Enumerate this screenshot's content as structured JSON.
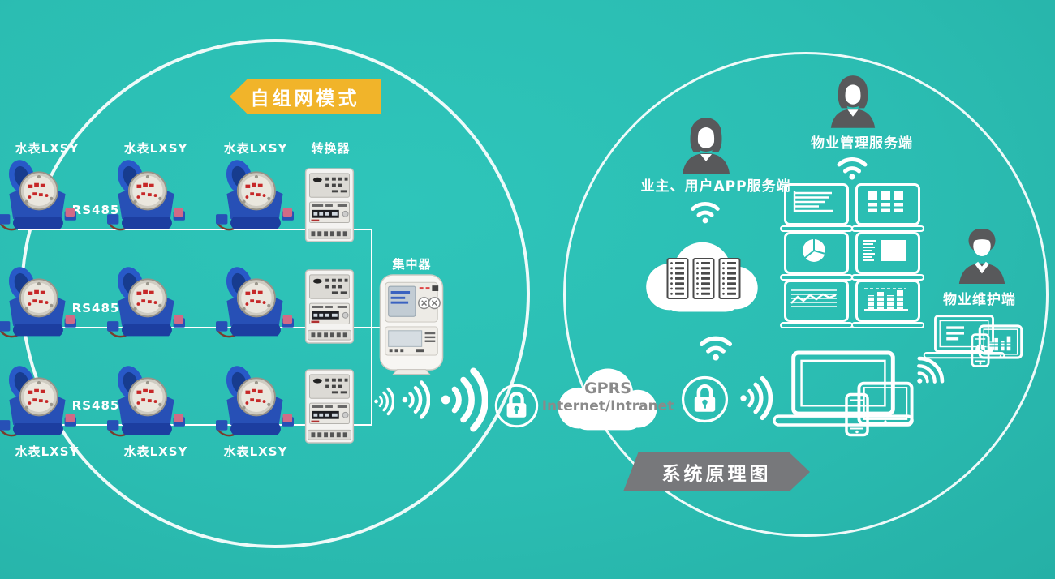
{
  "colors": {
    "background": "#2BBDB2",
    "banner_yellow": "#F1B42A",
    "banner_gray": "#77787B",
    "circle_stroke": "#FFFFFF",
    "avatar_gray": "#58595B",
    "meter_blue": "#2750B6",
    "cloud_text_gray": "#8A8A8A"
  },
  "icons": {
    "wifi": "wifi-arcs-with-dot",
    "wifi_transmit": "sideways-wifi-arcs",
    "lock": "padlock-in-circle",
    "cloud": "white-cloud",
    "server_rack": "outlined-server-cabinet",
    "woman_avatar": "gray-female-bust",
    "man_avatar": "gray-male-bust",
    "laptop": "outlined-laptop",
    "tablet": "outlined-tablet",
    "smartphone": "outlined-smartphone",
    "monitor": "outlined-monitor-screen"
  },
  "left_circle": {
    "banner_label": "自组网模式",
    "top_meter_labels": [
      "水表LXSY",
      "水表LXSY",
      "水表LXSY"
    ],
    "bottom_meter_labels": [
      "水表LXSY",
      "水表LXSY",
      "水表LXSY"
    ],
    "bus_labels": [
      "RS485",
      "RS485",
      "RS485"
    ],
    "converter_label": "转换器",
    "concentrator_label": "集中器"
  },
  "right_circle": {
    "banner_label": "系统原理图",
    "gprs_cloud": {
      "line1": "GPRS",
      "line2": "Internet/Intranet"
    },
    "owner_app_label": "业主、用户APP服务端",
    "management_label": "物业管理服务端",
    "maintenance_label": "物业维护端"
  }
}
